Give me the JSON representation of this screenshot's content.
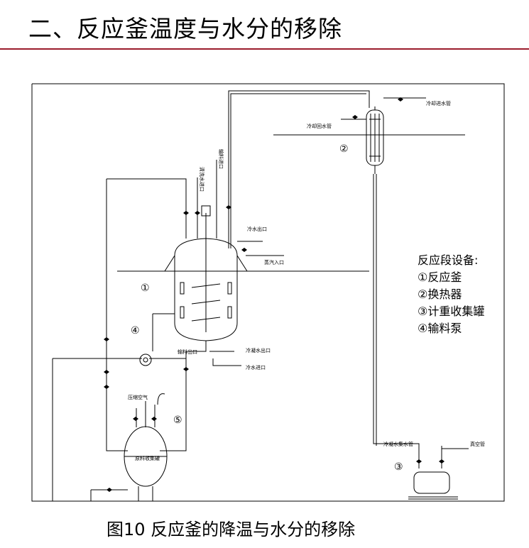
{
  "header": {
    "title": "二、反应釜温度与水分的移除",
    "rule_color": "#9b1c2c"
  },
  "legend": {
    "title": "反应段设备:",
    "items": [
      "①反应釜",
      "②换热器",
      "③计重收集罐",
      "④输料泵"
    ]
  },
  "markers": [
    "①",
    "②",
    "③",
    "④",
    "⑤"
  ],
  "labels": {
    "cooling_water_inlet_top": "冷却进水管",
    "cooling_water_return": "冷却回水管",
    "feed_inlet": "输料进口",
    "cleaning_water_inlet": "清洗水进口",
    "cold_water_outlet": "冷水出口",
    "steam_inlet": "蒸汽入口",
    "feed_outlet": "输料出口",
    "cooling_water_outlet_bottom": "冷凝水出口",
    "cold_water_inlet": "冷水进口",
    "compressed_air": "压缩空气",
    "raw_tank": "原料收集罐",
    "condensate_pipe": "冷凝水集水管",
    "vacuum_pipe": "真空管"
  },
  "caption": "图10  反应釜的降温与水分的移除"
}
